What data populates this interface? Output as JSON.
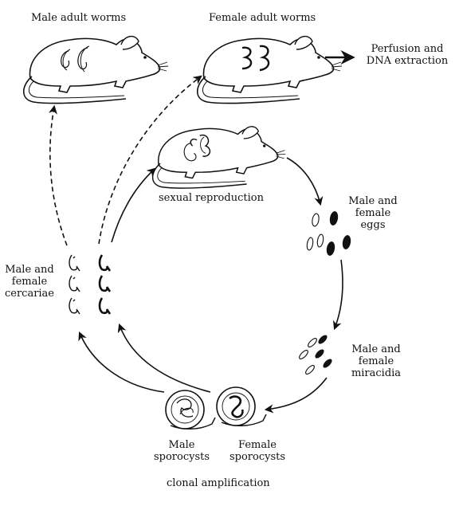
{
  "labels": {
    "male_adult_worms": "Male adult worms",
    "female_adult_worms": "Female adult worms",
    "perfusion_line1": "Perfusion and",
    "perfusion_line2": "DNA extraction",
    "sexual_reproduction": "sexual reproduction",
    "eggs_line1": "Male and",
    "eggs_line2": "female",
    "eggs_line3": "eggs",
    "miracidia_line1": "Male and",
    "miracidia_line2": "female",
    "miracidia_line3": "miracidia",
    "cercariae_line1": "Male and",
    "cercariae_line2": "female",
    "cercariae_line3": "cercariae",
    "male_sporocysts_line1": "Male",
    "male_sporocysts_line2": "sporocysts",
    "female_sporocysts_line1": "Female",
    "female_sporocysts_line2": "sporocysts",
    "clonal_amplification": "clonal amplification"
  },
  "icons": {
    "rodent": "mouse-outline-icon",
    "worm": "worm-icon",
    "egg": "egg-icon",
    "miracidium": "miracidium-icon",
    "cercaria": "cercaria-icon",
    "snail": "snail-icon"
  },
  "colors": {
    "line": "#111111",
    "male_fill": "#ffffff",
    "female_fill": "#111111"
  }
}
